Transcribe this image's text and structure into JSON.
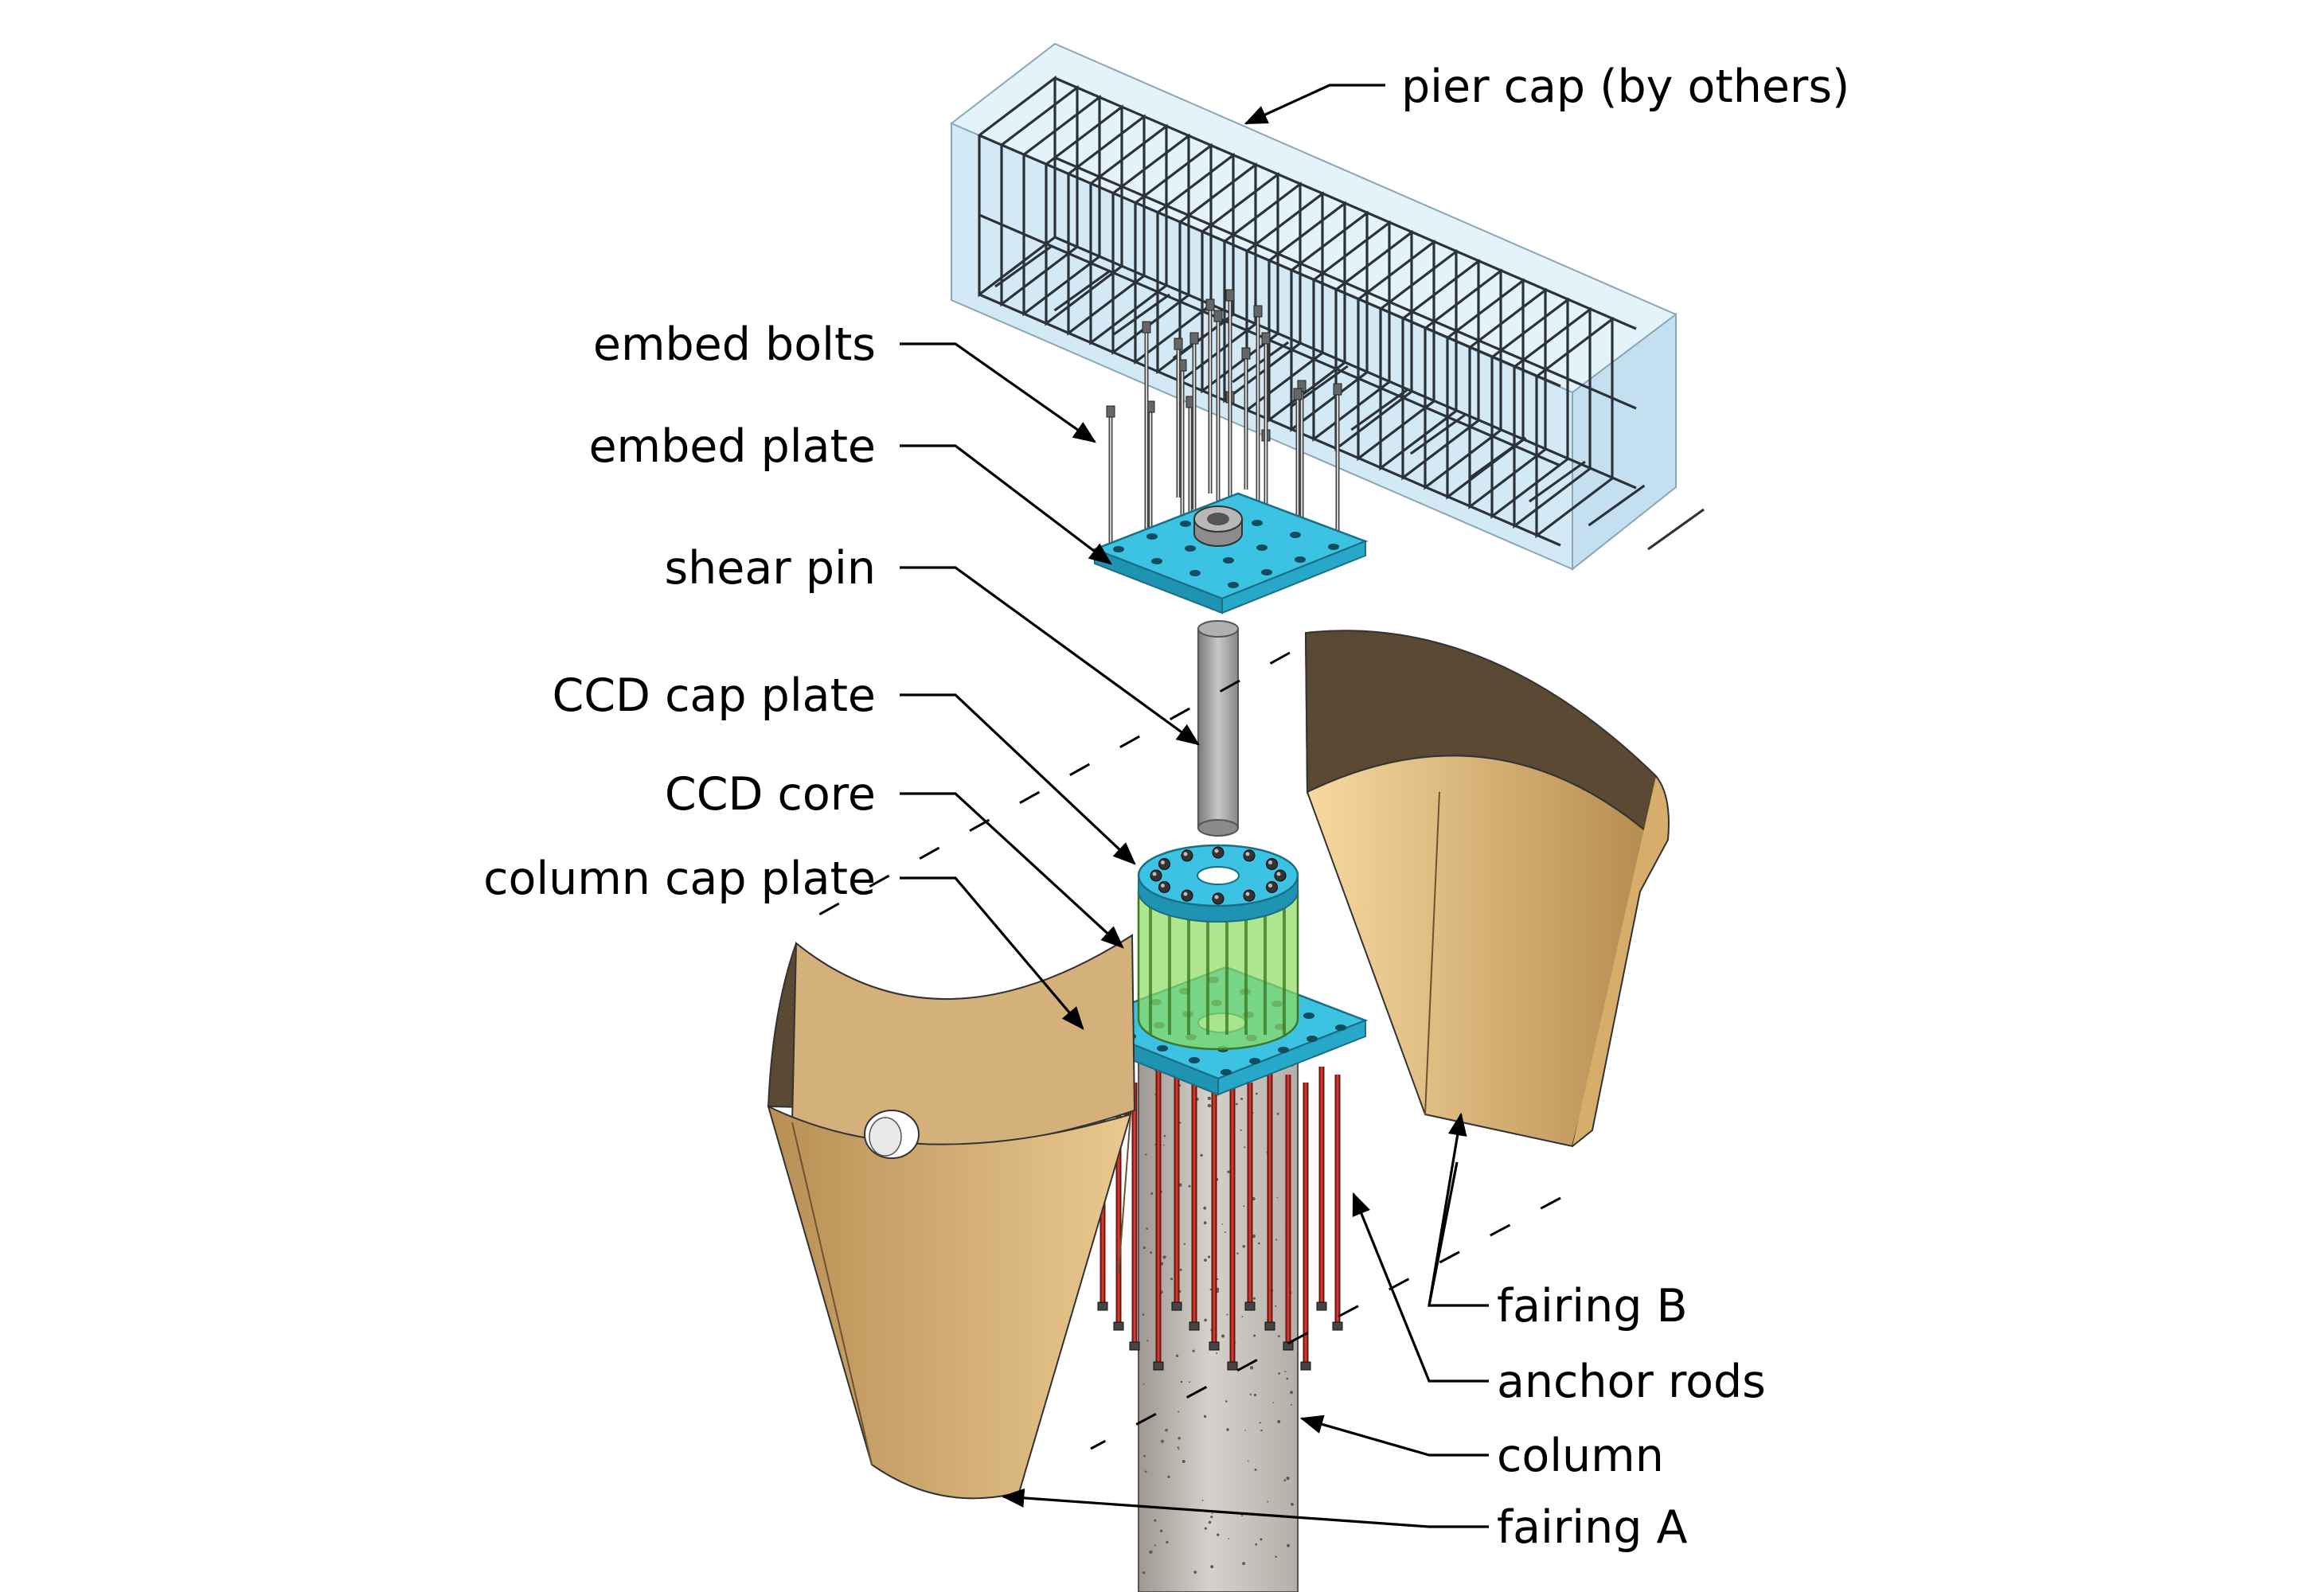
{
  "labels": {
    "pier_cap": "pier cap (by others)",
    "embed_bolts": "embed bolts",
    "embed_plate": "embed plate",
    "shear_pin": "shear pin",
    "ccd_cap_plate": "CCD cap plate",
    "ccd_core": "CCD core",
    "column_cap_plate": "column cap plate",
    "fairing_b": "fairing B",
    "anchor_rods": "anchor rods",
    "column": "column",
    "fairing_a": "fairing A"
  },
  "colors": {
    "pier_cap_fill": "#d6ecf8",
    "pier_cap_edge": "#8aa7b8",
    "rebar": "#2c3338",
    "plate": "#3cc2e2",
    "plate_edge": "#1a6f86",
    "core": "#8fdc63",
    "fairing_outer": "#c9a468",
    "fairing_inner": "#5a4a33",
    "column": "#c9c3bd",
    "anchor_rod": "#b2251e",
    "shear_pin": "#9a9a9a",
    "leader": "#000000"
  }
}
